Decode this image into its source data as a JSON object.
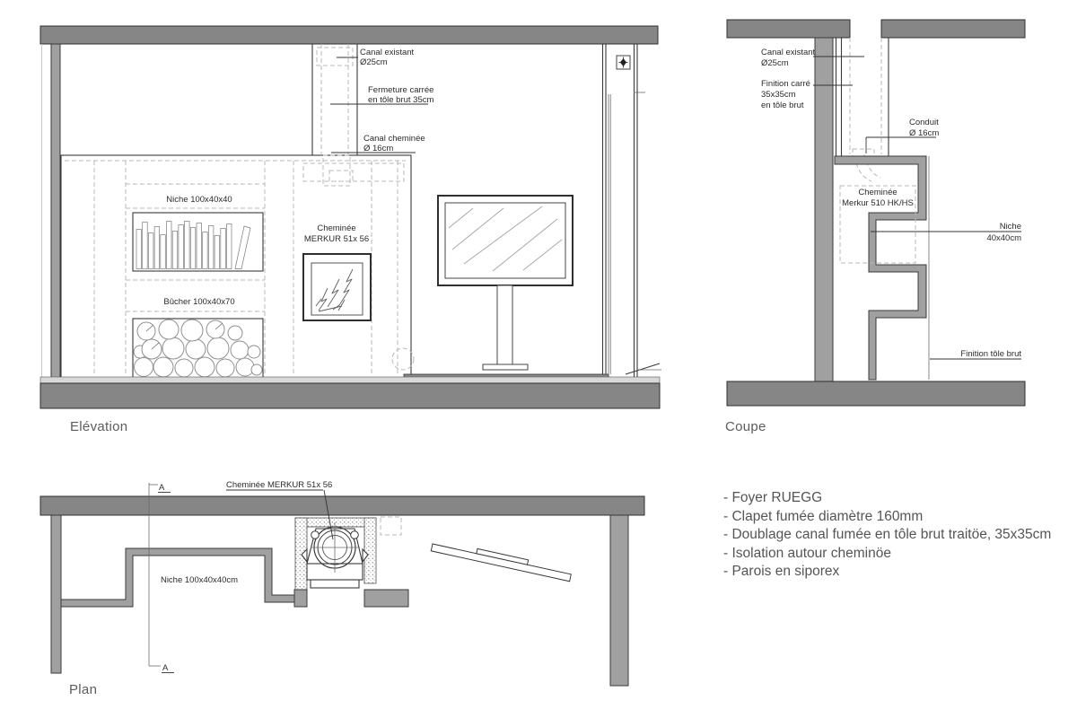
{
  "elevation": {
    "title": "Elévation",
    "labels": {
      "canal_existant": [
        "Canal existant",
        "Ø25cm"
      ],
      "fermeture": [
        "Fermeture carrée",
        "en tôle brut 35cm"
      ],
      "canal_cheminee": [
        "Canal cheminée",
        "Ø 16cm"
      ],
      "niche": "Niche 100x40x40",
      "bucher": "Bûcher 100x40x70",
      "cheminee": [
        "Cheminée",
        "MERKUR 51x 56"
      ]
    }
  },
  "coupe": {
    "title": "Coupe",
    "labels": {
      "canal_existant": [
        "Canal existant",
        "Ø25cm"
      ],
      "finition_carre": [
        "Finition carré",
        "35x35cm",
        "en tôle brut"
      ],
      "conduit": [
        "Conduit",
        "Ø 16cm"
      ],
      "cheminee": [
        "Cheminée",
        "Merkur 510 HK/HS"
      ],
      "niche": [
        "Niche",
        "40x40cm"
      ],
      "finition_tole": "Finition tôle brut"
    }
  },
  "plan": {
    "title": "Plan",
    "labels": {
      "cheminee": "Cheminée MERKUR 51x 56",
      "niche": "Niche 100x40x40cm",
      "section_a_top": "A",
      "section_a_bottom": "A"
    }
  },
  "notes": [
    "- Foyer RUEGG",
    "- Clapet fumée diamètre 160mm",
    "- Doublage canal fumée en tôle brut traitöe, 35x35cm",
    "- Isolation autour cheminöe",
    "- Parois en siporex"
  ],
  "colors": {
    "slab": "#868686",
    "wall": "#a0a0a0",
    "line": "#3a3a3a",
    "dashed": "#b8b8b8",
    "label_text": "#2b2b2b",
    "title_text": "#5c5c5c"
  }
}
